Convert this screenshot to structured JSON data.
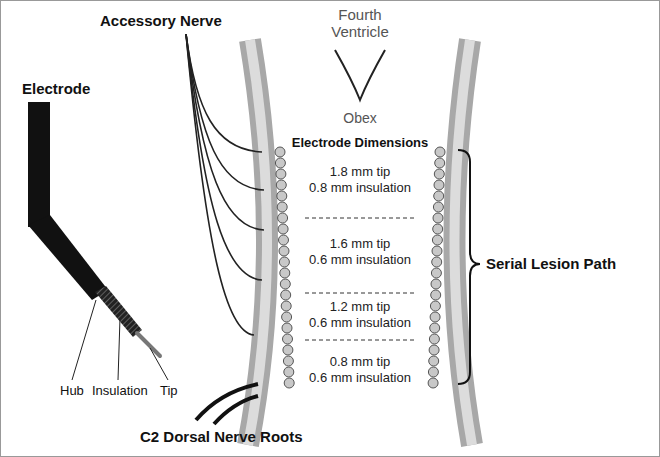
{
  "diagram": {
    "labels": [
      "Accessory Nerve",
      "Fourth Ventricle",
      "Obex",
      "Electrode Dimensions",
      "1.8 mm tip",
      "0.8 mm insulation",
      "1.6 mm tip",
      "0.6 mm insulation",
      "1.2 mm tip",
      "0.6 mm insulation",
      "0.8 mm tip",
      "0.6 mm insulation",
      "Serial Lesion Path",
      "Electrode",
      "Hub",
      "Insulation",
      "Tip",
      "C2 Dorsal Nerve Roots"
    ]
  }
}
